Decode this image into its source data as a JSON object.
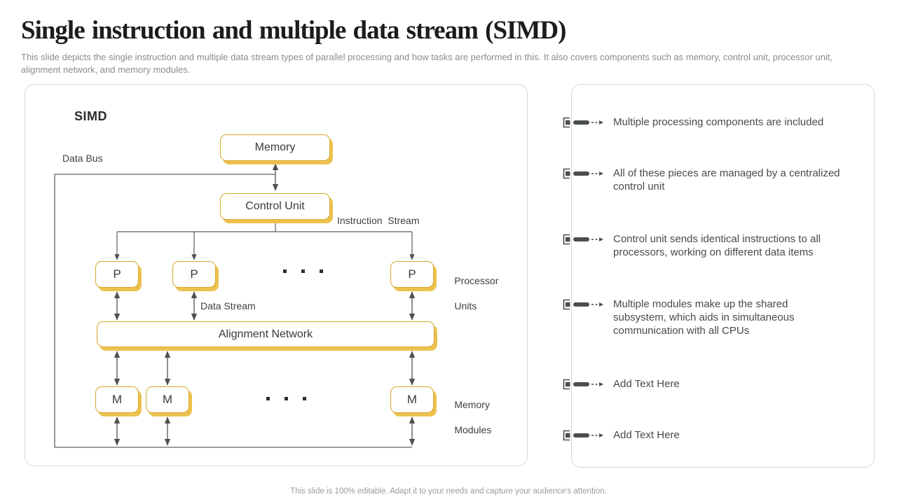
{
  "slide": {
    "title": "Single instruction and multiple data stream (SIMD)",
    "subtitle": "This slide depicts the single instruction and multiple data stream types of parallel processing and how tasks are performed in this. It also covers components such as memory, control unit, processor unit, alignment network, and memory modules.",
    "footer": "This slide is 100% editable. Adapt it to your needs and capture your audience's attention."
  },
  "diagram": {
    "heading": "SIMD",
    "boxes": {
      "memory": "Memory",
      "control_unit": "Control Unit",
      "alignment_network": "Alignment Network",
      "processor": "P",
      "memory_module": "M"
    },
    "labels": {
      "data_bus": "Data Bus",
      "instruction_stream": "Instruction  Stream",
      "data_stream": "Data Stream",
      "processor_units_line1": "Processor",
      "processor_units_line2": "Units",
      "memory_modules_line1": "Memory",
      "memory_modules_line2": "Modules"
    },
    "colors": {
      "box_border": "#D8A62D",
      "box_shadow": "#ECC24E",
      "connector": "#5D5D5D",
      "bus_line": "#7D7D7D",
      "bullet_icon": "#4A4F4E"
    }
  },
  "bullets": {
    "icon": "bracket-dash-arrow",
    "items": [
      {
        "text": "Multiple processing components are included"
      },
      {
        "text": "All of these pieces are managed by a centralized\ncontrol unit"
      },
      {
        "text": "Control unit sends identical instructions to all\nprocessors, working on different data items"
      },
      {
        "text": "Multiple modules make up the shared\nsubsystem, which aids in simultaneous\ncommunication with all CPUs"
      },
      {
        "text": "Add Text Here"
      },
      {
        "text": "Add Text Here"
      }
    ]
  }
}
